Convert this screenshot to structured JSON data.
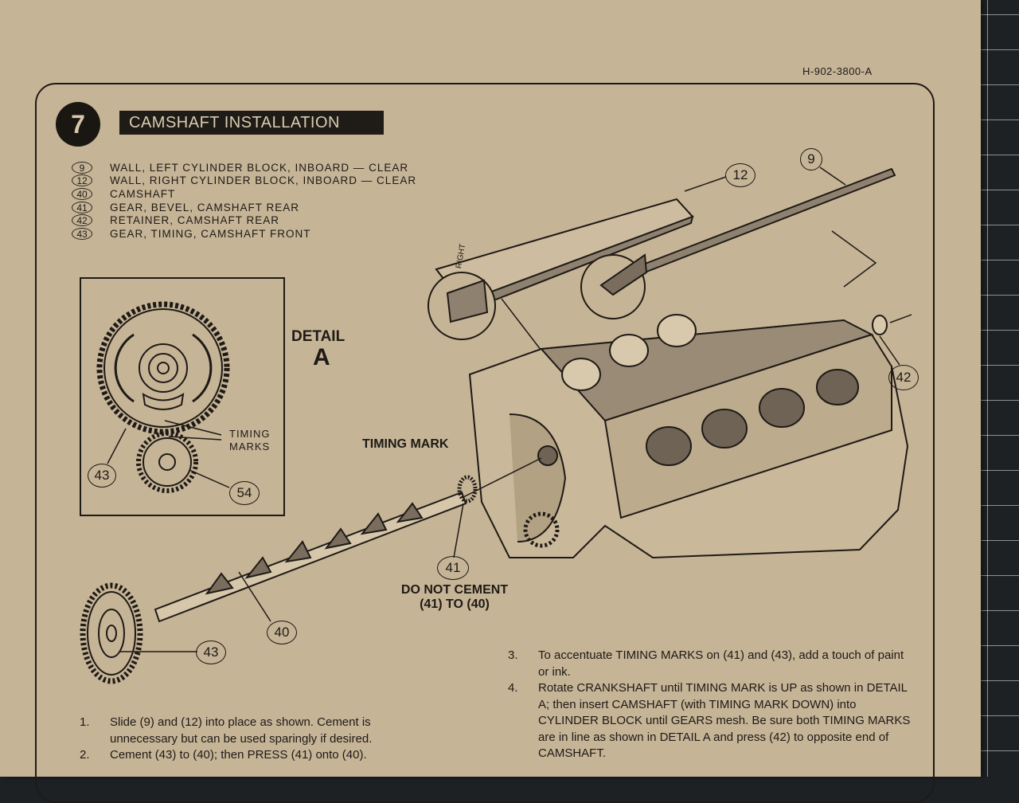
{
  "doc_id": "H-902-3800-A",
  "step": {
    "number": "7",
    "title": "CAMSHAFT INSTALLATION"
  },
  "parts": [
    {
      "num": "9",
      "desc": "WALL, LEFT CYLINDER BLOCK, INBOARD — CLEAR"
    },
    {
      "num": "12",
      "desc": "WALL, RIGHT CYLINDER BLOCK, INBOARD — CLEAR"
    },
    {
      "num": "40",
      "desc": "CAMSHAFT"
    },
    {
      "num": "41",
      "desc": "GEAR, BEVEL, CAMSHAFT REAR"
    },
    {
      "num": "42",
      "desc": "RETAINER, CAMSHAFT REAR"
    },
    {
      "num": "43",
      "desc": "GEAR, TIMING, CAMSHAFT FRONT"
    }
  ],
  "detail": {
    "label_line1": "DETAIL",
    "label_line2": "A",
    "timing_line1": "TIMING",
    "timing_line2": "MARKS"
  },
  "callouts": {
    "c9": "9",
    "c12": "12",
    "c42": "42",
    "c43_detail": "43",
    "c54": "54",
    "c41": "41",
    "c40": "40",
    "c43_cam": "43"
  },
  "labels": {
    "right_wall": "RIGHT",
    "timing_mark": "TIMING MARK",
    "no_cement_line1": "DO NOT CEMENT",
    "no_cement_line2": "(41) TO (40)"
  },
  "instructions": [
    {
      "n": "1.",
      "text": "Slide (9) and (12) into place as shown.  Cement is unnecessary but can be used sparingly if desired."
    },
    {
      "n": "2.",
      "text": "Cement (43) to (40); then PRESS (41) onto (40)."
    },
    {
      "n": "3.",
      "text": "To accentuate TIMING MARKS on (41) and (43), add a touch of paint or ink."
    },
    {
      "n": "4.",
      "text": "Rotate CRANKSHAFT until TIMING MARK is UP as shown in DETAIL A; then insert CAMSHAFT (with TIMING MARK DOWN) into CYLINDER BLOCK until GEARS mesh.  Be sure both TIMING MARKS are in line as shown in DETAIL A and press (42) to opposite end of CAMSHAFT."
    }
  ]
}
